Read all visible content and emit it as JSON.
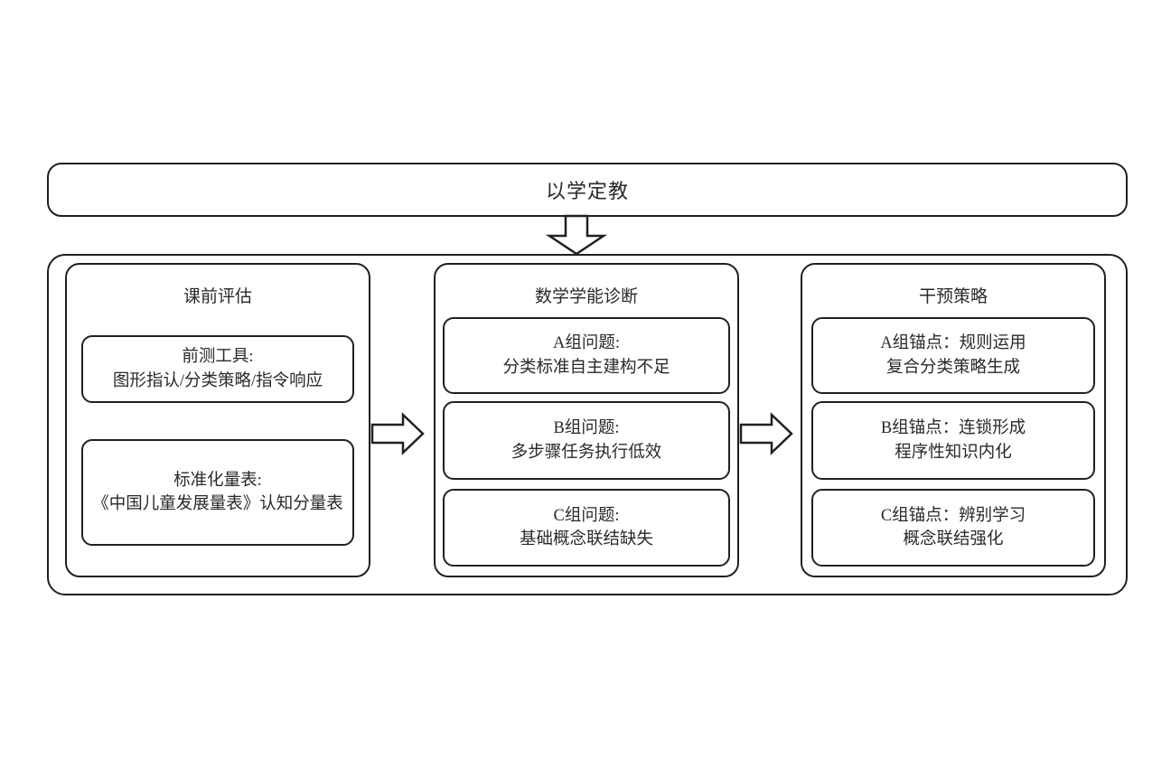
{
  "diagram": {
    "title": "以学定教",
    "phases": [
      {
        "name": "课前评估",
        "items": [
          {
            "line1": "前测工具:",
            "line2": "图形指认/分类策略/指令响应"
          },
          {
            "line1": "标准化量表:",
            "line2": "《中国儿童发展量表》认知分量表"
          }
        ]
      },
      {
        "name": "数学学能诊断",
        "items": [
          {
            "line1": "A组问题:",
            "line2": "分类标准自主建构不足"
          },
          {
            "line1": "B组问题:",
            "line2": "多步骤任务执行低效"
          },
          {
            "line1": "C组问题:",
            "line2": "基础概念联结缺失"
          }
        ]
      },
      {
        "name": "干预策略",
        "items": [
          {
            "line1": "A组锚点：规则运用",
            "line2": "复合分类策略生成"
          },
          {
            "line1": "B组锚点：连锁形成",
            "line2": "程序性知识内化"
          },
          {
            "line1": "C组锚点：辨别学习",
            "line2": "概念联结强化"
          }
        ]
      }
    ],
    "connectors": [
      {
        "name": "title-to-phases",
        "direction": "down"
      },
      {
        "name": "assessment-to-diagnosis",
        "direction": "right"
      },
      {
        "name": "diagnosis-to-intervention",
        "direction": "right"
      }
    ],
    "colors": {
      "stroke": "#221f1f",
      "background": "#ffffff",
      "text": "#2a2a2a"
    }
  }
}
